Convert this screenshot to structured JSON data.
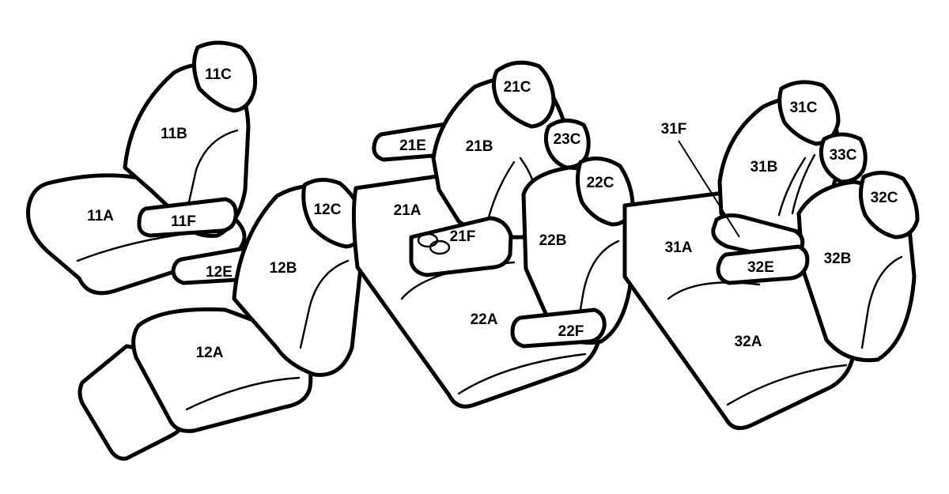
{
  "colors": {
    "stroke": "#000000",
    "fill": "#ffffff"
  },
  "seat_1": {
    "headrest": "11C",
    "backrest": "11B",
    "cushion": "11A",
    "armrest_inner": "11F",
    "armrest_outer": "12E"
  },
  "seat_2": {
    "headrest": "12C",
    "backrest": "12B",
    "cushion": "12A"
  },
  "seat_3": {
    "headrest_left": "21C",
    "headrest_middle": "23C",
    "headrest_right": "22C",
    "backrest_left": "21B",
    "backrest_right": "22B",
    "cushion_left": "21A",
    "cushion_right": "22A",
    "armrest_outer": "21E",
    "center_console": "21F",
    "armrest_right": "22F"
  },
  "seat_4": {
    "headrest_left": "31C",
    "headrest_middle": "33C",
    "headrest_right": "32C",
    "backrest_left": "31B",
    "backrest_right": "32B",
    "cushion_left": "31A",
    "cushion_right": "32A",
    "armrest_callout": "31F",
    "armrest_center": "32E"
  }
}
